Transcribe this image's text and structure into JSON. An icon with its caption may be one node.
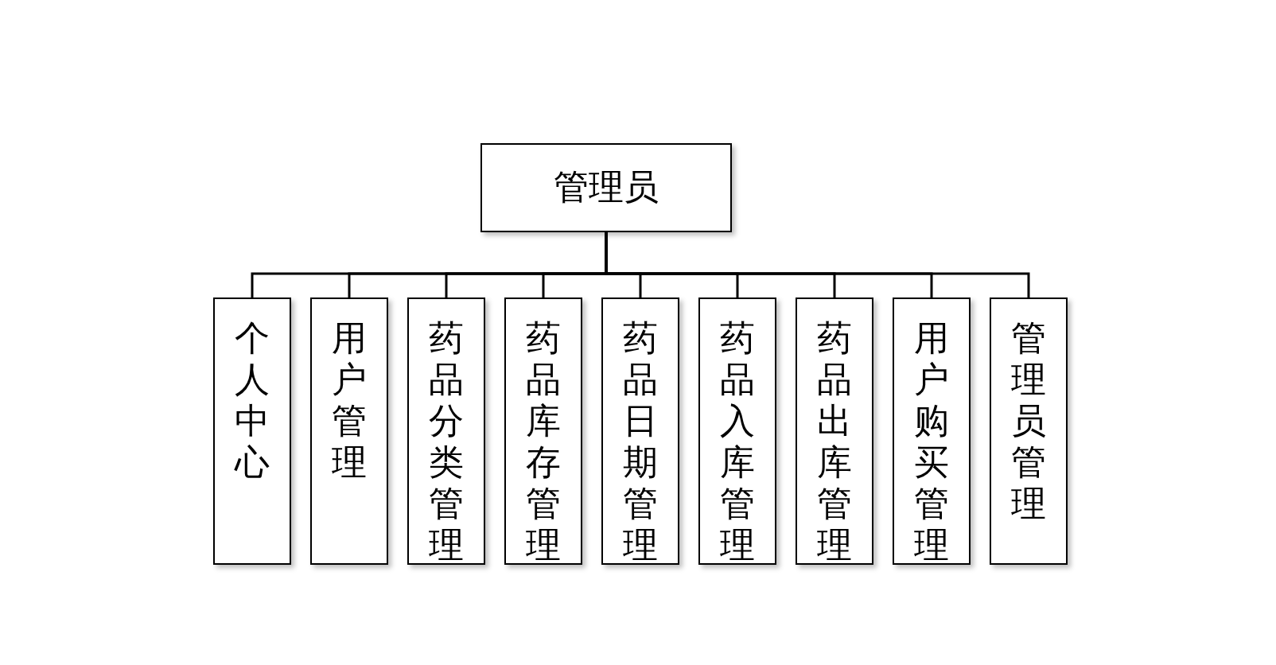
{
  "diagram": {
    "nodes": [
      {
        "text": [
          "管理员"
        ]
      },
      {
        "text": [
          "个人中心"
        ]
      },
      {
        "text": [
          "用户管理"
        ]
      },
      {
        "text": [
          "药品分类管理"
        ]
      },
      {
        "text": [
          "药品库存管理"
        ]
      },
      {
        "text": [
          "药品日期管理"
        ]
      },
      {
        "text": [
          "药品入库管理"
        ]
      },
      {
        "text": [
          "药品出库管理"
        ]
      },
      {
        "text": [
          "用户购买管理"
        ]
      },
      {
        "text": [
          "管理员管理"
        ]
      }
    ],
    "edges": [
      {
        "from": 0,
        "to": 1,
        "arrow": "none"
      },
      {
        "from": 0,
        "to": 2,
        "arrow": "none"
      },
      {
        "from": 0,
        "to": 3,
        "arrow": "none"
      },
      {
        "from": 0,
        "to": 4,
        "arrow": "none"
      },
      {
        "from": 0,
        "to": 5,
        "arrow": "none"
      },
      {
        "from": 0,
        "to": 6,
        "arrow": "none"
      },
      {
        "from": 0,
        "to": 7,
        "arrow": "none"
      },
      {
        "from": 0,
        "to": 8,
        "arrow": "none"
      },
      {
        "from": 0,
        "to": 9,
        "arrow": "none"
      }
    ]
  }
}
